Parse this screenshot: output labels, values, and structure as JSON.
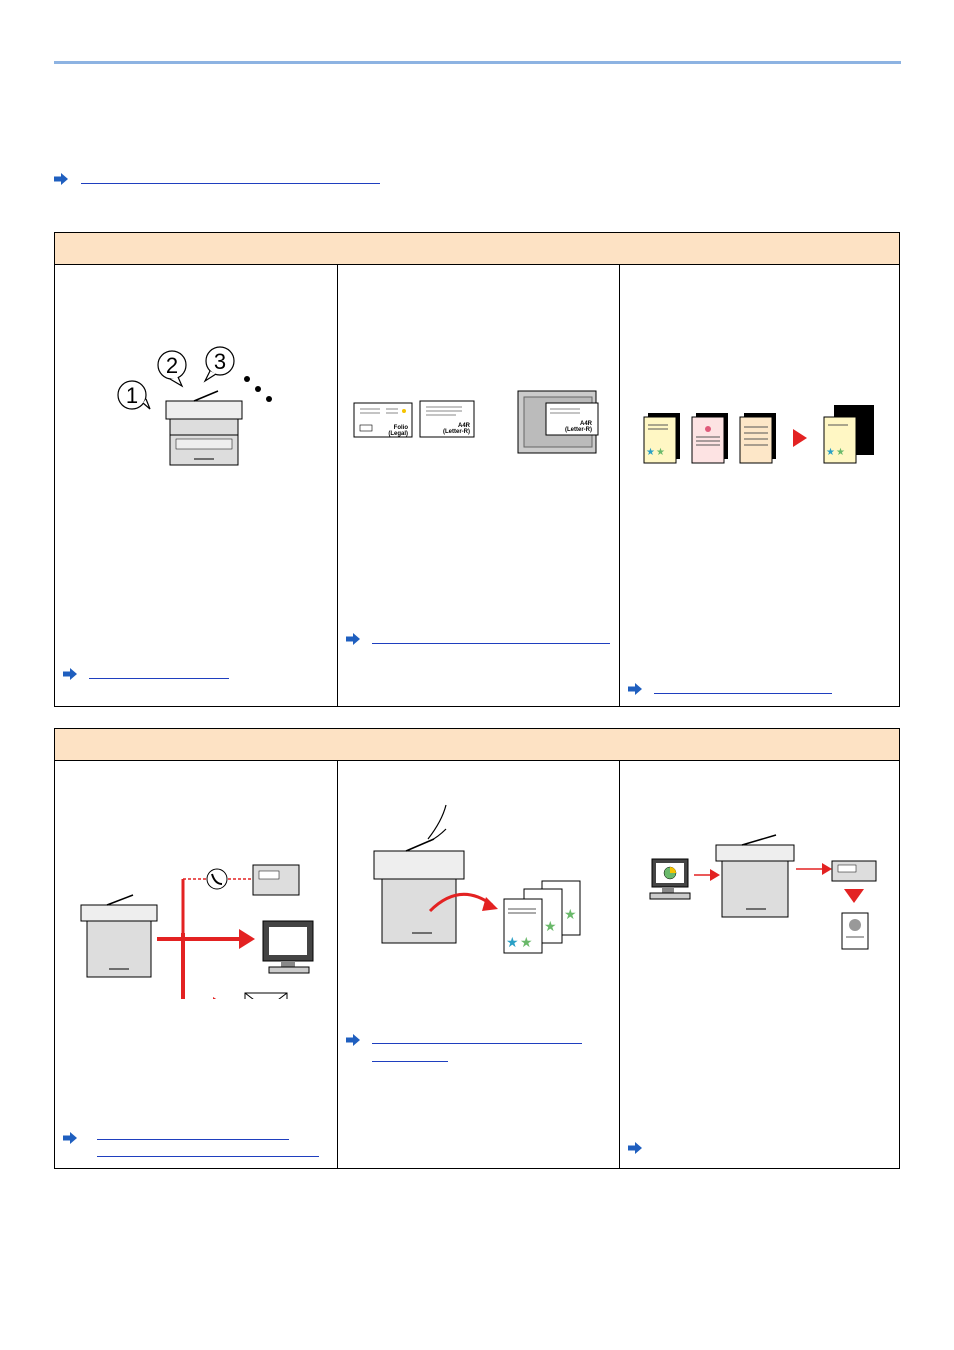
{
  "icons": {
    "arrow": "right-arrow-icon",
    "copier": "multifunction-printer-icon",
    "fax": "fax-machine-icon",
    "monitor": "computer-monitor-icon",
    "envelope": "email-envelope-icon",
    "phone": "telephone-handset-icon",
    "hand": "hand-icon"
  },
  "colors": {
    "accent_rule": "#8db3e2",
    "section_header_bg": "#fde2c4",
    "link_arrow": "#1f5fbf",
    "highlight_red": "#e32222"
  },
  "section1": {
    "cells": [
      {
        "bubbles": [
          "1",
          "2",
          "3"
        ]
      },
      {
        "paper_labels": [
          {
            "line1": "Folio",
            "line2": "(Legal)"
          },
          {
            "line1": "A4R",
            "line2": "(Letter-R)"
          },
          {
            "line1": "A4R",
            "line2": "(Letter-R)"
          }
        ]
      },
      {}
    ]
  },
  "section2": {
    "cells": [
      {},
      {},
      {}
    ]
  }
}
